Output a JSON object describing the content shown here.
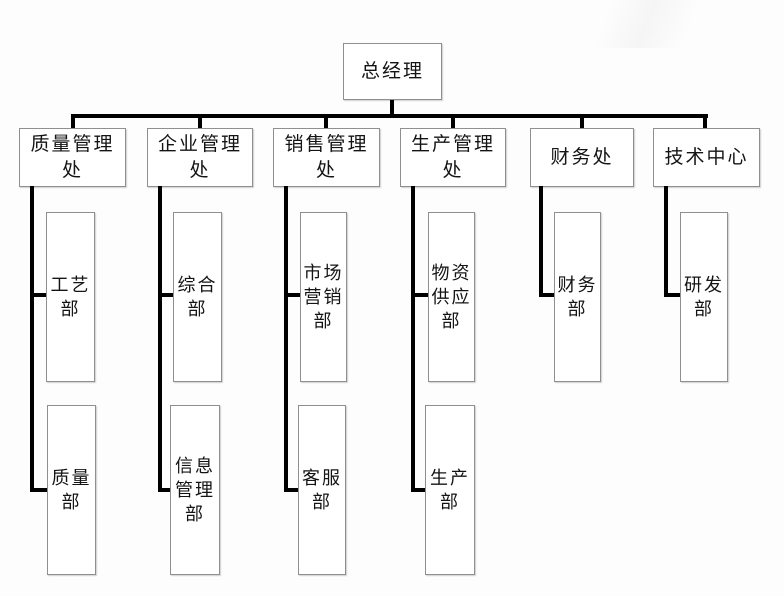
{
  "org": {
    "root": {
      "label": "总经理"
    },
    "departments": [
      {
        "label": "质量管理\n处",
        "children": [
          {
            "label": "工艺\n部"
          },
          {
            "label": "质量\n部"
          }
        ]
      },
      {
        "label": "企业管理\n处",
        "children": [
          {
            "label": "综合\n部"
          },
          {
            "label": "信息\n管理\n部"
          }
        ]
      },
      {
        "label": "销售管理\n处",
        "children": [
          {
            "label": "市场\n营销\n部"
          },
          {
            "label": "客服\n部"
          }
        ]
      },
      {
        "label": "生产管理\n处",
        "children": [
          {
            "label": "物资\n供应\n部"
          },
          {
            "label": "生产\n部"
          }
        ]
      },
      {
        "label": "财务处",
        "children": [
          {
            "label": "财务\n部"
          }
        ]
      },
      {
        "label": "技术中心",
        "children": [
          {
            "label": "研发\n部"
          }
        ]
      }
    ]
  },
  "colors": {
    "connector": "#000000",
    "box_border": "#8f8f8f",
    "box_background": "#ffffff",
    "text": "#141414",
    "canvas_background": "#fdfdfd"
  }
}
